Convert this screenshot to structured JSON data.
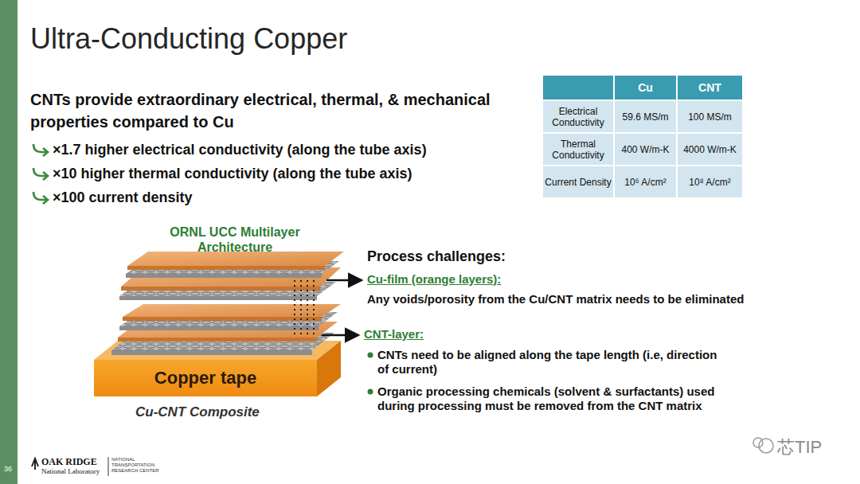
{
  "diagram": {
    "title": "Ultra-Conducting Copper",
    "caption": "Cu-CNT Composite",
    "nodes": [
      {
        "text": [
          "Copper tape"
        ]
      }
    ],
    "labels": [
      "CNTs provide extraordinary electrical, thermal, & mechanical properties compared to Cu",
      "×1.7 higher electrical conductivity (along the tube axis)",
      "×10 higher thermal conductivity (along the tube axis)",
      "×100 current density",
      "Cu",
      "CNT",
      "Electrical Conductivity",
      "59.6 MS/m",
      "100 MS/m",
      "Thermal Conductivity",
      "400 W/m-K",
      "4000 W/m-K",
      "Current Density",
      "10⁶ A/cm²",
      "10⁸ A/cm²",
      "ORNL UCC Multilayer Architecture",
      "Process challenges:",
      "Cu-film (orange layers):",
      "Any voids/porosity from the Cu/CNT matrix needs to be eliminated",
      "CNT-layer:",
      "CNTs need to be aligned along the tape length (i.e, direction of current)",
      "Organic processing chemicals (solvent & surfactants) used during processing must be removed from the CNT matrix",
      "36",
      "OAK RIDGE",
      "National Laboratory",
      "NATIONAL TRANSPORTATION RESEARCH CENTER",
      "芯TIP"
    ]
  }
}
